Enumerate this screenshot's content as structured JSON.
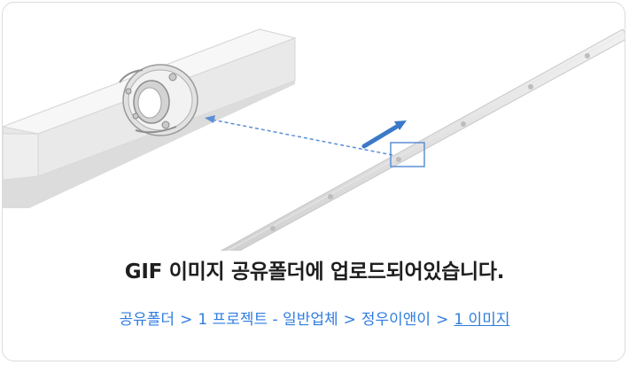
{
  "notice": {
    "message": "GIF 이미지 공유폴더에 업로드되어있습니다."
  },
  "breadcrumb": {
    "separator": ">",
    "items": [
      {
        "label": "공유폴더"
      },
      {
        "label": "1 프로젝트 - 일반업체"
      },
      {
        "label": "정우이앤이"
      },
      {
        "label": "1 이미지"
      }
    ]
  },
  "colors": {
    "accent_blue": "#2f7de1",
    "arrow_blue": "#3b78c8",
    "text_dark": "#1f1f1f",
    "border": "#dcdcdc"
  },
  "icons": {
    "preview": "cad-gif-thumbnail"
  }
}
